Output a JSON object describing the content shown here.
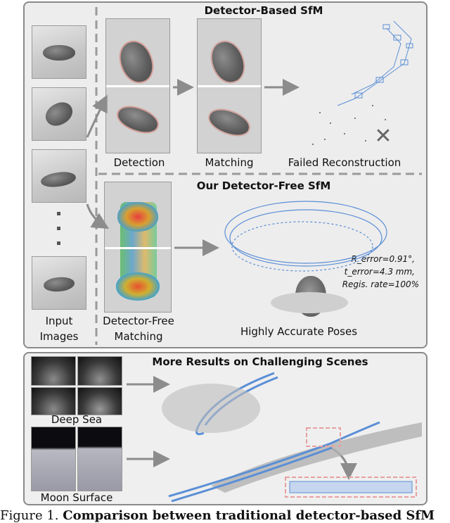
{
  "top_section": {
    "detector_based_title": "Detector-Based SfM",
    "detector_free_title": "Our Detector-Free SfM",
    "labels": {
      "detection": "Detection",
      "matching": "Matching",
      "failed_reconstruction": "Failed  Reconstruction",
      "input_images_line1": "Input",
      "input_images_line2": "Images",
      "detector_free_matching_line1": "Detector-Free",
      "detector_free_matching_line2": "Matching",
      "highly_accurate_poses": "Highly Accurate Poses"
    },
    "metrics": {
      "r_error": "R_error=0.91°,",
      "t_error": "t_error=4.3 mm,",
      "regis_rate": "Regis. rate=100%"
    },
    "failure_mark": "✕"
  },
  "bottom_section": {
    "title": "More Results on Challenging Scenes",
    "deep_sea_label": "Deep Sea",
    "moon_surface_label": "Moon Surface"
  },
  "caption": {
    "prefix": "Figure 1. ",
    "bold_text": "Comparison between traditional detector-based SfM"
  },
  "colors": {
    "panel_background": "#ededed",
    "panel_border": "#8a8a8a",
    "arrow": "#8c8c8c",
    "camera_blue": "#5b8fd6",
    "highlight_box": "#e8a0a0"
  }
}
